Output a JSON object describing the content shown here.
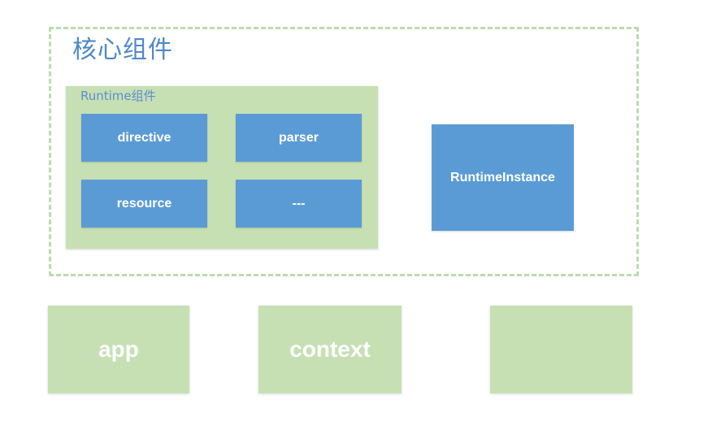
{
  "core": {
    "title": "核心组件",
    "runtime_group": {
      "label": "Runtime组件",
      "items": [
        "directive",
        "parser",
        "resource",
        "---"
      ]
    },
    "runtime_instance": "RuntimeInstance"
  },
  "bottom": {
    "boxes": [
      "app",
      "context",
      ""
    ]
  },
  "colors": {
    "blue_box": "#5b9bd5",
    "green_box": "#c6e0b4",
    "dashed_border": "#bcdcae",
    "title_text": "#4f88c9"
  }
}
